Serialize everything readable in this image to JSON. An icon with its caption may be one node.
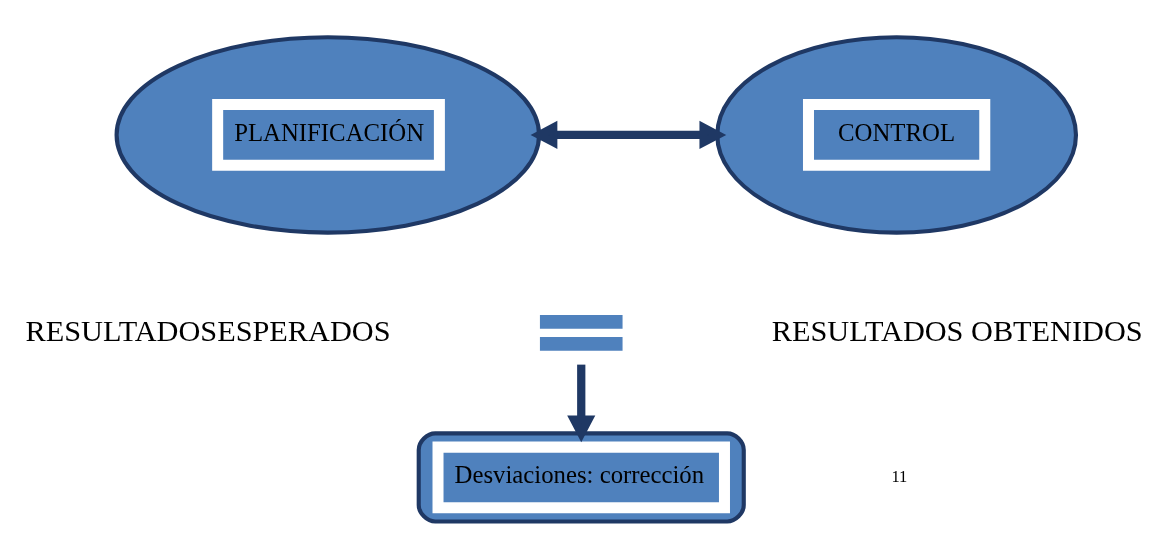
{
  "diagram": {
    "nodes": [
      {
        "text": [
          "PLANIFICACIÓN"
        ]
      },
      {
        "text": [
          "CONTROL"
        ]
      },
      {
        "text": [
          "RESULTADOSESPERADOS"
        ]
      },
      {
        "text": [],
        "shape": "picture"
      },
      {
        "text": [
          "RESULTADOS OBTENIDOS"
        ]
      },
      {
        "text": [
          "Desviaciones: corrección"
        ]
      }
    ],
    "edges": [
      {
        "from": 0,
        "to": 1,
        "arrow": "both"
      },
      {
        "from": 3,
        "to": 5,
        "arrow": "to"
      }
    ],
    "labels": [
      "11"
    ]
  }
}
